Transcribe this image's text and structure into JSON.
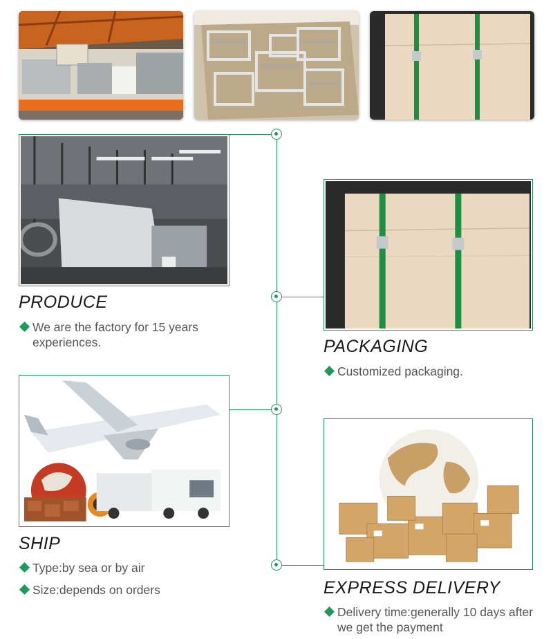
{
  "sections": {
    "produce": {
      "title": "PRODUCE",
      "bullets": [
        "We are the factory for 15 years experiences."
      ]
    },
    "packaging": {
      "title": "PACKAGING",
      "bullets": [
        "Customized packaging."
      ]
    },
    "ship": {
      "title": "SHIP",
      "bullets": [
        "Type:by sea or by air",
        "Size:depends on orders"
      ]
    },
    "express": {
      "title": "EXPRESS DELIVERY",
      "bullets": [
        "Delivery time:generally 10 days after we get the payment"
      ]
    }
  },
  "icons": {
    "bullet": "diamond-icon",
    "timeline_node": "circle-node-icon"
  },
  "colors": {
    "accent": "#1e9a5b",
    "heading": "#1a1a1a",
    "text": "#555555"
  }
}
